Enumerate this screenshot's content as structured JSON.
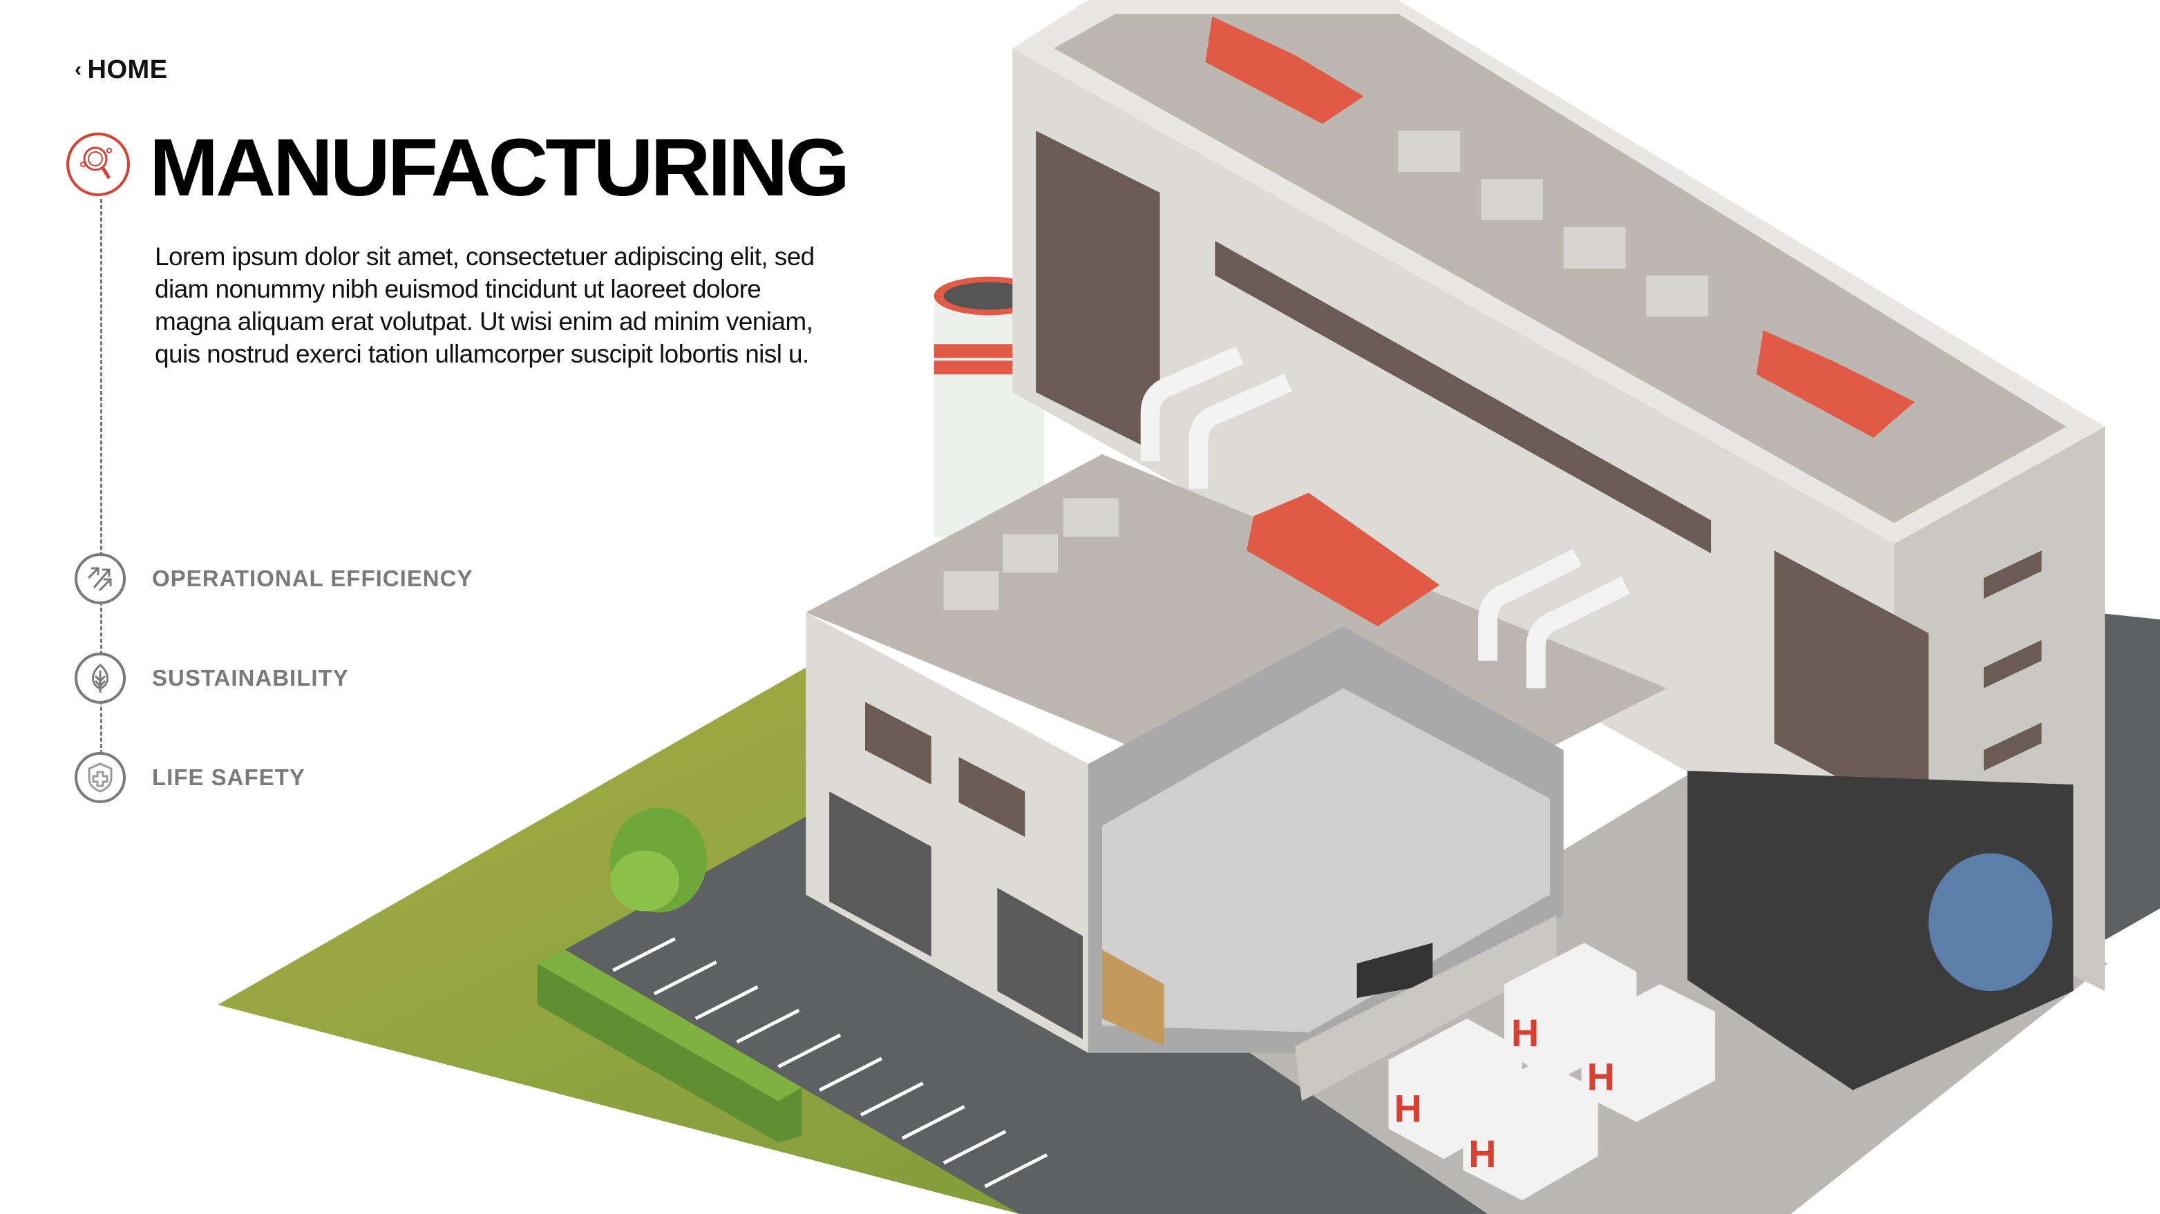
{
  "nav": {
    "home_label": "HOME"
  },
  "header": {
    "title": "MANUFACTURING",
    "icon": "magnifier-analytics-icon"
  },
  "description": "Lorem ipsum dolor sit amet, consectetuer adipiscing elit, sed diam nonummy nibh euismod tincidunt ut laoreet dolore magna aliquam erat volutpat. Ut wisi enim ad minim veniam, quis nostrud exerci tation ullamcorper suscipit lobortis nisl u.",
  "topics": [
    {
      "label": "OPERATIONAL EFFICIENCY",
      "icon": "arrows-up-right-icon"
    },
    {
      "label": "SUSTAINABILITY",
      "icon": "leaf-icon"
    },
    {
      "label": "LIFE SAFETY",
      "icon": "shield-cross-icon"
    }
  ],
  "colors": {
    "accent": "#d9402f",
    "muted": "#7a7a7a",
    "grass": "#a9b04a",
    "asphalt": "#5f6062",
    "wall": "#dcdbd6",
    "roof": "#bcb8b1"
  }
}
